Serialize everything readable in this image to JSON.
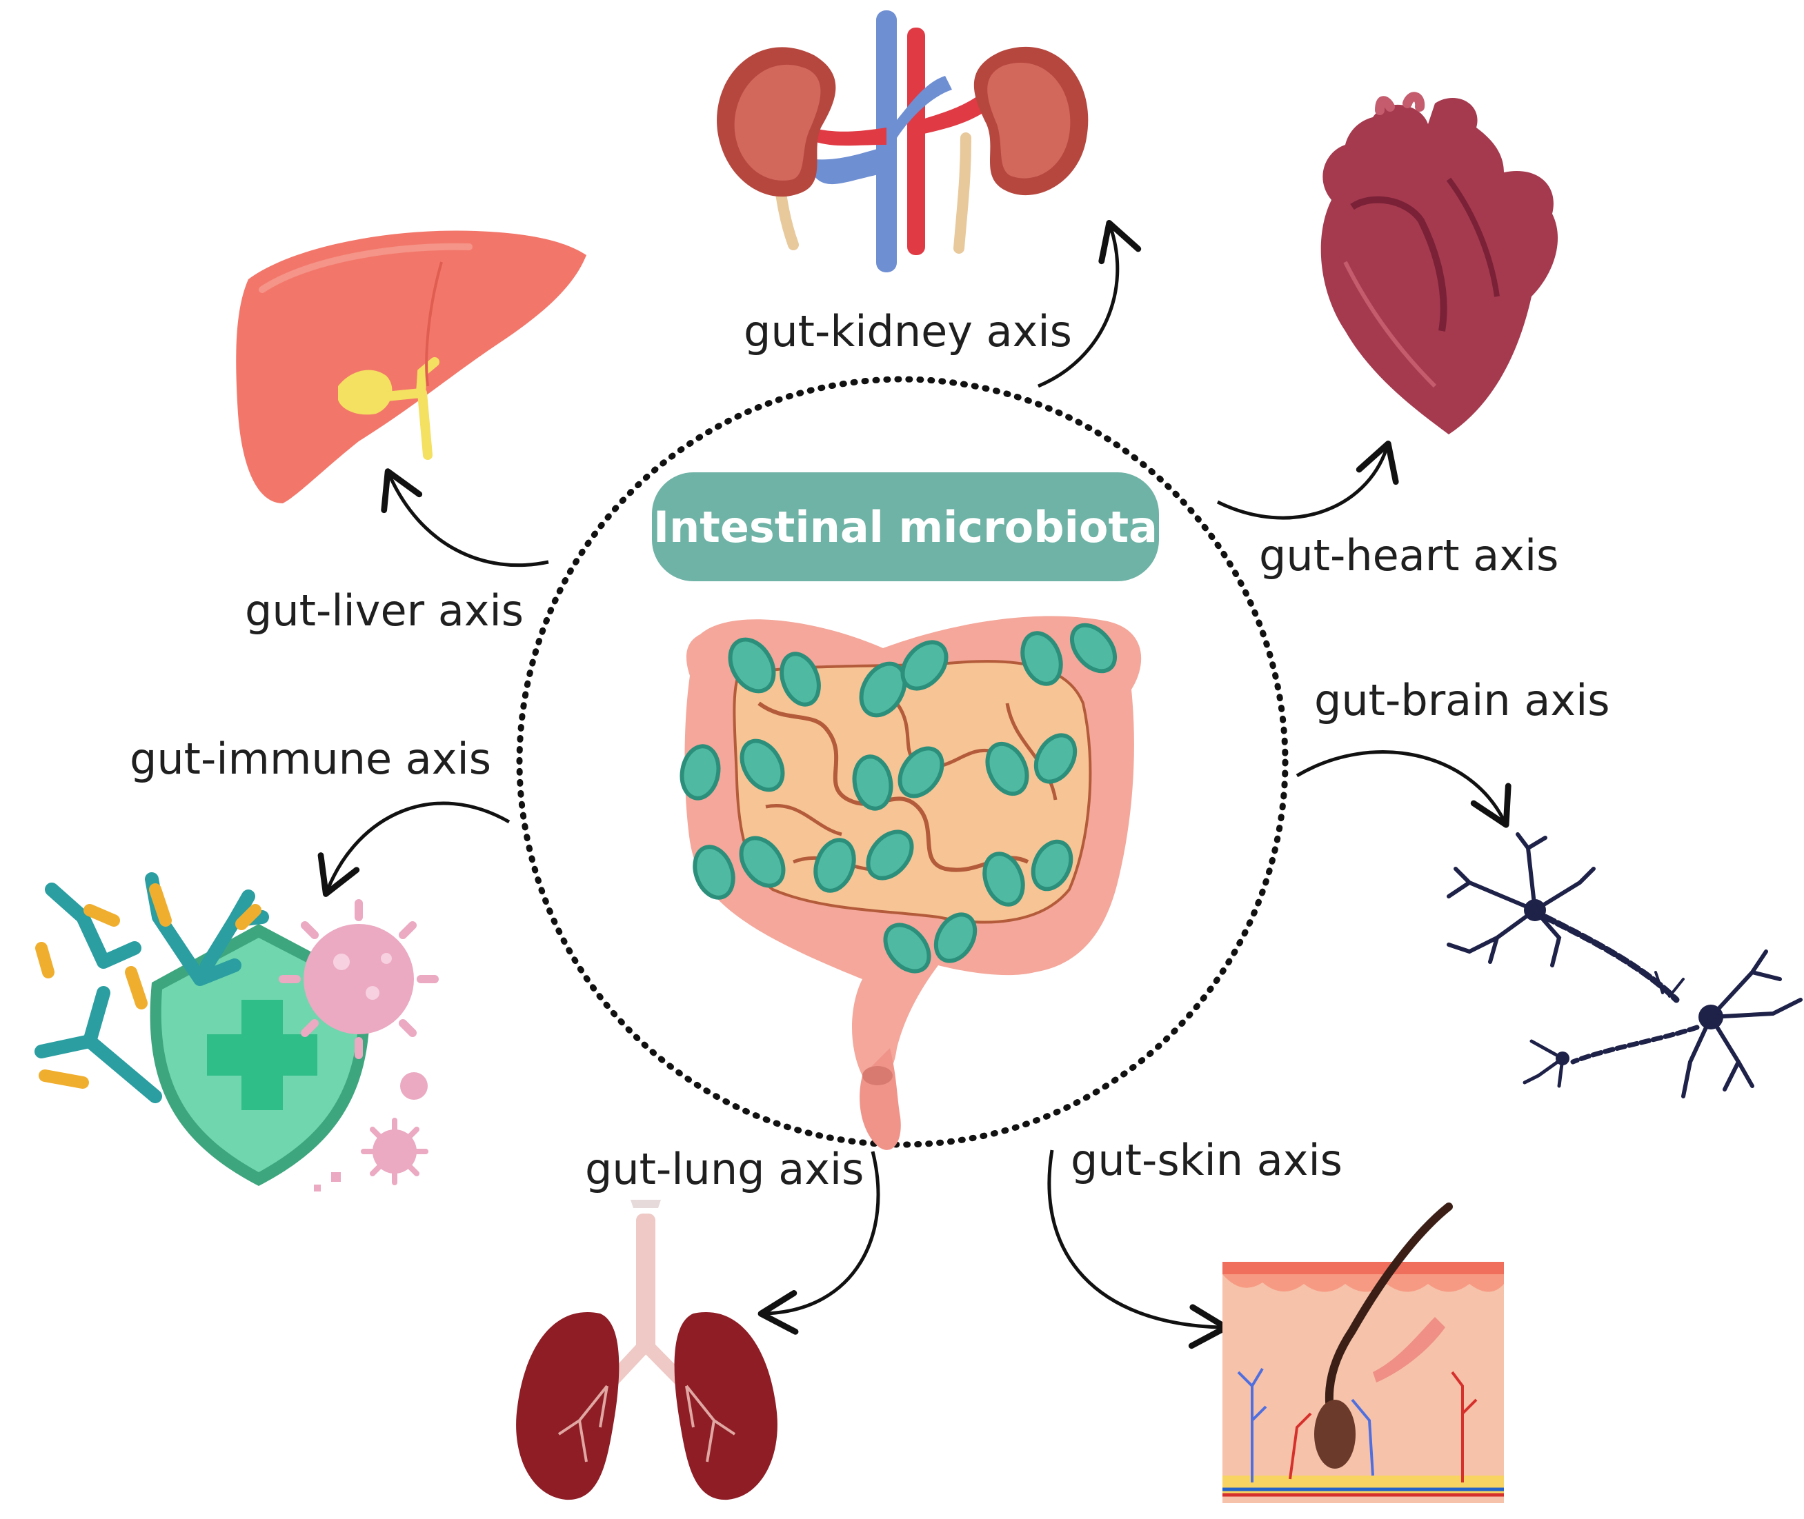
{
  "diagram": {
    "center_title": "Intestinal microbiota",
    "axes": {
      "kidney": "gut-kidney axis",
      "heart": "gut-heart axis",
      "liver": "gut-liver axis",
      "brain": "gut-brain axis",
      "immune": "gut-immune axis",
      "lung": "gut-lung axis",
      "skin": "gut-skin axis"
    },
    "illustrations": [
      "kidneys-icon",
      "heart-icon",
      "liver-icon",
      "neurons-icon",
      "immune-shield-icon",
      "lungs-icon",
      "skin-cross-section-icon",
      "intestine-icon",
      "bacteria-icon"
    ],
    "colors": {
      "pill": "#6fb3a6",
      "intestine": "#f4a79a",
      "bacteria": "#4fb9a2",
      "liver": "#f2776a",
      "heart": "#a53a4f",
      "neuron": "#1e2148",
      "lung": "#8e1d25"
    }
  }
}
